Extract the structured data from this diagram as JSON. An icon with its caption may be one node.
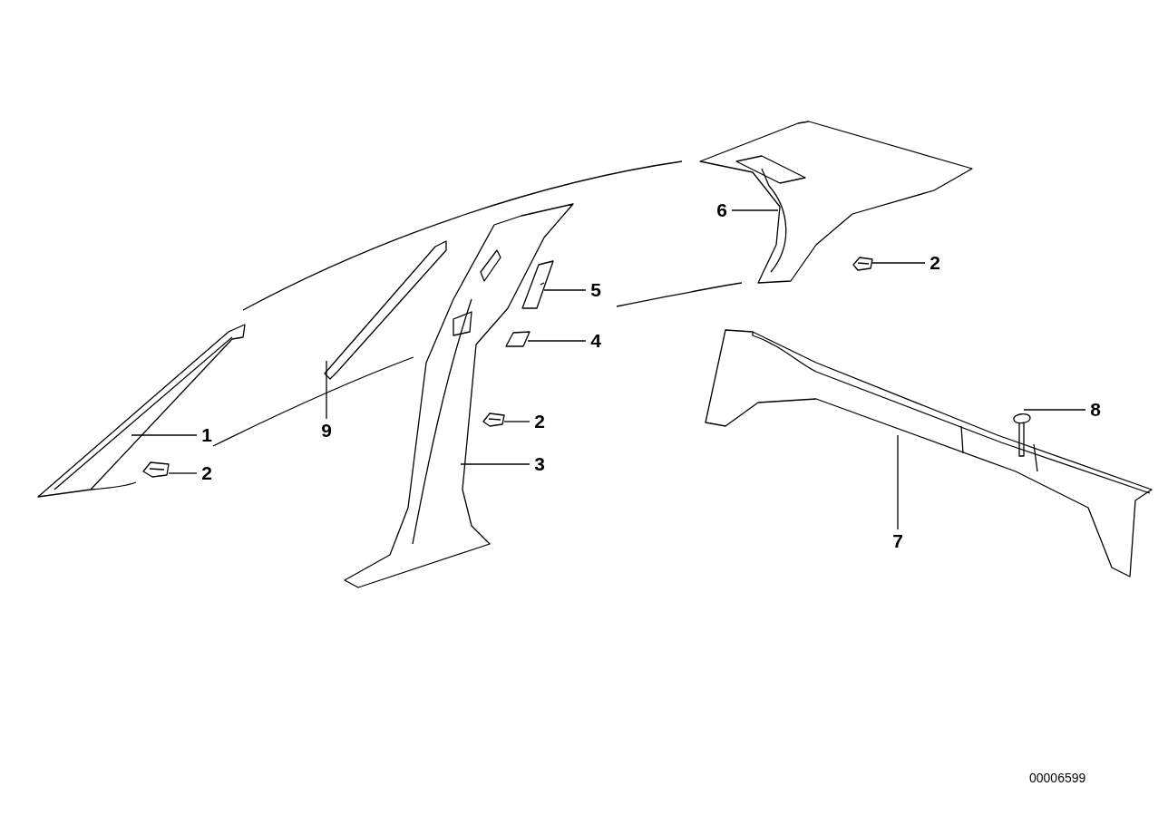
{
  "diagram": {
    "nodes": [
      {
        "text": [],
        "shape": "picture"
      },
      {
        "text": [
          "6"
        ]
      },
      {
        "text": [],
        "shape": "picture"
      },
      {
        "text": [
          "2"
        ]
      },
      {
        "text": [],
        "shape": "picture"
      },
      {
        "text": [
          "5"
        ]
      },
      {
        "text": [],
        "shape": "picture"
      },
      {
        "text": [
          "4"
        ]
      },
      {
        "text": [],
        "shape": "picture"
      },
      {
        "text": [
          "8"
        ]
      },
      {
        "text": [],
        "shape": "picture"
      },
      {
        "text": [
          "1"
        ]
      },
      {
        "text": [],
        "shape": "picture"
      },
      {
        "text": [
          "9"
        ]
      },
      {
        "text": [],
        "shape": "picture"
      },
      {
        "text": [
          "2"
        ]
      },
      {
        "text": [],
        "shape": "picture"
      },
      {
        "text": [
          "3"
        ]
      },
      {
        "text": [],
        "shape": "picture"
      },
      {
        "text": [
          "2"
        ]
      },
      {
        "text": [],
        "shape": "picture"
      },
      {
        "text": [
          "7"
        ]
      }
    ],
    "edges": [
      {
        "from": 1,
        "to": 0,
        "arrow": "none"
      },
      {
        "from": 3,
        "to": 2,
        "arrow": "none"
      },
      {
        "from": 5,
        "to": 4,
        "arrow": "none"
      },
      {
        "from": 7,
        "to": 6,
        "arrow": "none"
      },
      {
        "from": 9,
        "to": 8,
        "arrow": "none"
      },
      {
        "from": 11,
        "to": 10,
        "arrow": "none"
      },
      {
        "from": 13,
        "to": 12,
        "arrow": "none"
      },
      {
        "from": 15,
        "to": 14,
        "arrow": "none"
      },
      {
        "from": 17,
        "to": 16,
        "arrow": "none"
      },
      {
        "from": 19,
        "to": 18,
        "arrow": "none"
      },
      {
        "from": 21,
        "to": 20,
        "arrow": "none"
      }
    ],
    "labels": [
      "00006599"
    ]
  }
}
